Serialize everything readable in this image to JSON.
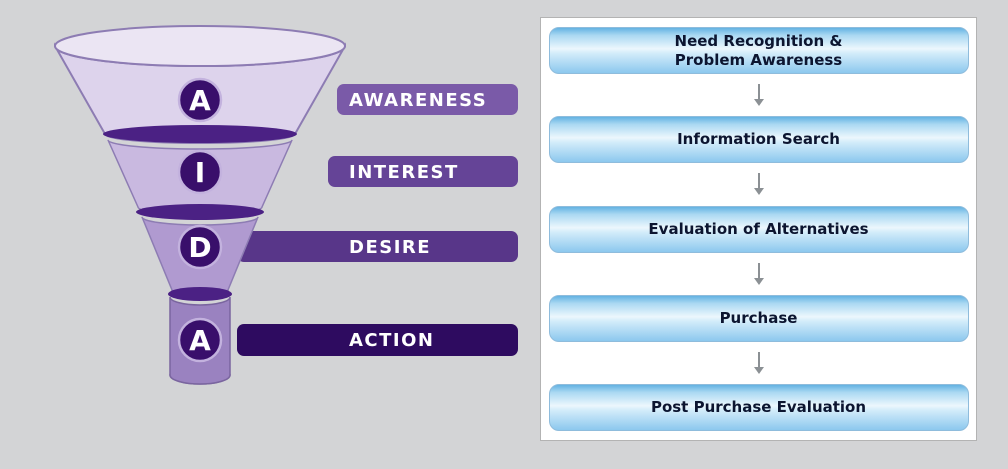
{
  "canvas": {
    "background": "#d3d4d6"
  },
  "funnel": {
    "stages": [
      {
        "letter": "A",
        "label": "AWARENESS",
        "bar_color": "#7a5aa8"
      },
      {
        "letter": "I",
        "label": "INTEREST",
        "bar_color": "#654497"
      },
      {
        "letter": "D",
        "label": "DESIRE",
        "bar_color": "#583689"
      },
      {
        "letter": "A",
        "label": "ACTION",
        "bar_color": "#2e0b60"
      }
    ],
    "colors": {
      "top": "#ebe5f3",
      "tier1": "#ddd3ec",
      "tier2": "#c9b9e0",
      "tier3": "#b09ad0",
      "stem": "#9a82c0",
      "stem_base": "#8872ad",
      "rim": "#4b2184",
      "outline": "#8d7cb3",
      "circle_fill": "#390f6b",
      "circle_ring": "#c3b2de",
      "letter_color": "#ffffff",
      "bar_text_color": "#ffffff"
    }
  },
  "process": {
    "steps": [
      {
        "label": "Need Recognition &\nProblem Awareness"
      },
      {
        "label": "Information Search"
      },
      {
        "label": "Evaluation of Alternatives"
      },
      {
        "label": "Purchase"
      },
      {
        "label": "Post Purchase Evaluation"
      }
    ],
    "panel": {
      "background": "#ffffff",
      "border_color": "#b3b3b3"
    },
    "box_colors": {
      "top": "#63b2e2",
      "highlight": "#ecf7fd",
      "bottom": "#8cc8ee",
      "border": "#8fbcdc"
    },
    "text_color": "#0c1530",
    "arrow_color": "#8b9094"
  }
}
